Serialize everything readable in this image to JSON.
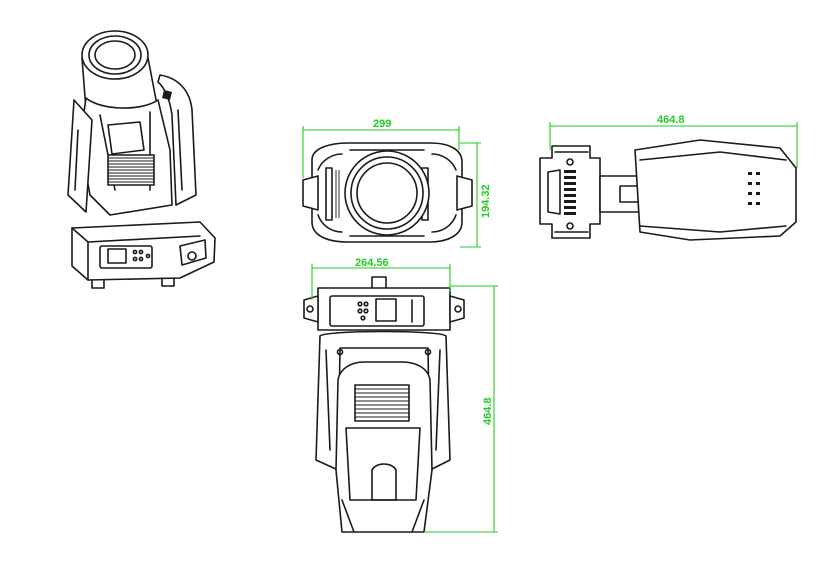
{
  "dimensions": {
    "front_width": "299",
    "front_height": "194.32",
    "side_width": "464.8",
    "rear_width": "264.56",
    "rear_height": "464.8"
  },
  "colors": {
    "outline": "#1a1a1a",
    "dimension": "#22cc22",
    "background": "#ffffff"
  }
}
